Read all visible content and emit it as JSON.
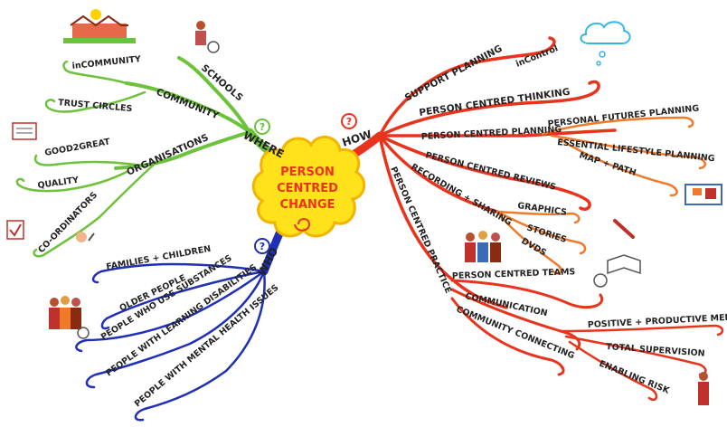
{
  "center": {
    "line1": "PERSON",
    "line2": "CENTRED",
    "line3": "CHANGE"
  },
  "colors": {
    "how": "#e8341c",
    "where": "#6cc23a",
    "who": "#1f2fb8",
    "center_fill": "#ffe21a",
    "orange": "#f07a2a"
  },
  "where": {
    "title": "WHERE",
    "schools": "SCHOOLS",
    "community": "COMMUNITY",
    "incommunity": "inCOMMUNITY",
    "trustcircles": "TRUST CIRCLES",
    "organisations": "ORGANISATIONS",
    "good2great": "GOOD2GREAT",
    "quality": "QUALITY",
    "coordinators": "CO-ORDINATORS"
  },
  "who": {
    "title": "WHO",
    "families": "FAMILIES + CHILDREN",
    "older": "OLDER PEOPLE",
    "substances": "PEOPLE WHO USE SUBSTANCES",
    "learning": "PEOPLE WITH LEARNING DISABILITIES",
    "mental": "PEOPLE WITH MENTAL HEALTH ISSUES"
  },
  "how": {
    "title": "HOW",
    "support_planning": "SUPPORT PLANNING",
    "incontrol": "inControl",
    "pc_thinking": "PERSON CENTRED THINKING",
    "pc_planning": "PERSON CENTRED PLANNING",
    "personal_futures": "PERSONAL FUTURES PLANNING",
    "essential_lifestyle": "ESSENTIAL LIFESTYLE PLANNING",
    "map_path": "MAP + PATH",
    "pc_reviews": "PERSON CENTRED REVIEWS",
    "recording": "RECORDING + SHARING",
    "graphics": "GRAPHICS",
    "stories": "STORIES",
    "dvds": "DVDS",
    "pc_practice": "PERSON CENTRED PRACTICE",
    "pc_teams": "PERSON CENTRED TEAMS",
    "communication": "COMMUNICATION",
    "community_connecting": "COMMUNITY CONNECTING",
    "positive_meetings": "POSITIVE + PRODUCTIVE MEETINGS",
    "total_supervision": "TOTAL SUPERVISION",
    "enabling_risk": "ENABLING RISK"
  },
  "icons": [
    "question-mark-icon",
    "cloud-icon",
    "houses-icon",
    "people-group-icon",
    "book-icon",
    "checkbox-icon",
    "pencil-icon",
    "wheelchair-icon"
  ]
}
